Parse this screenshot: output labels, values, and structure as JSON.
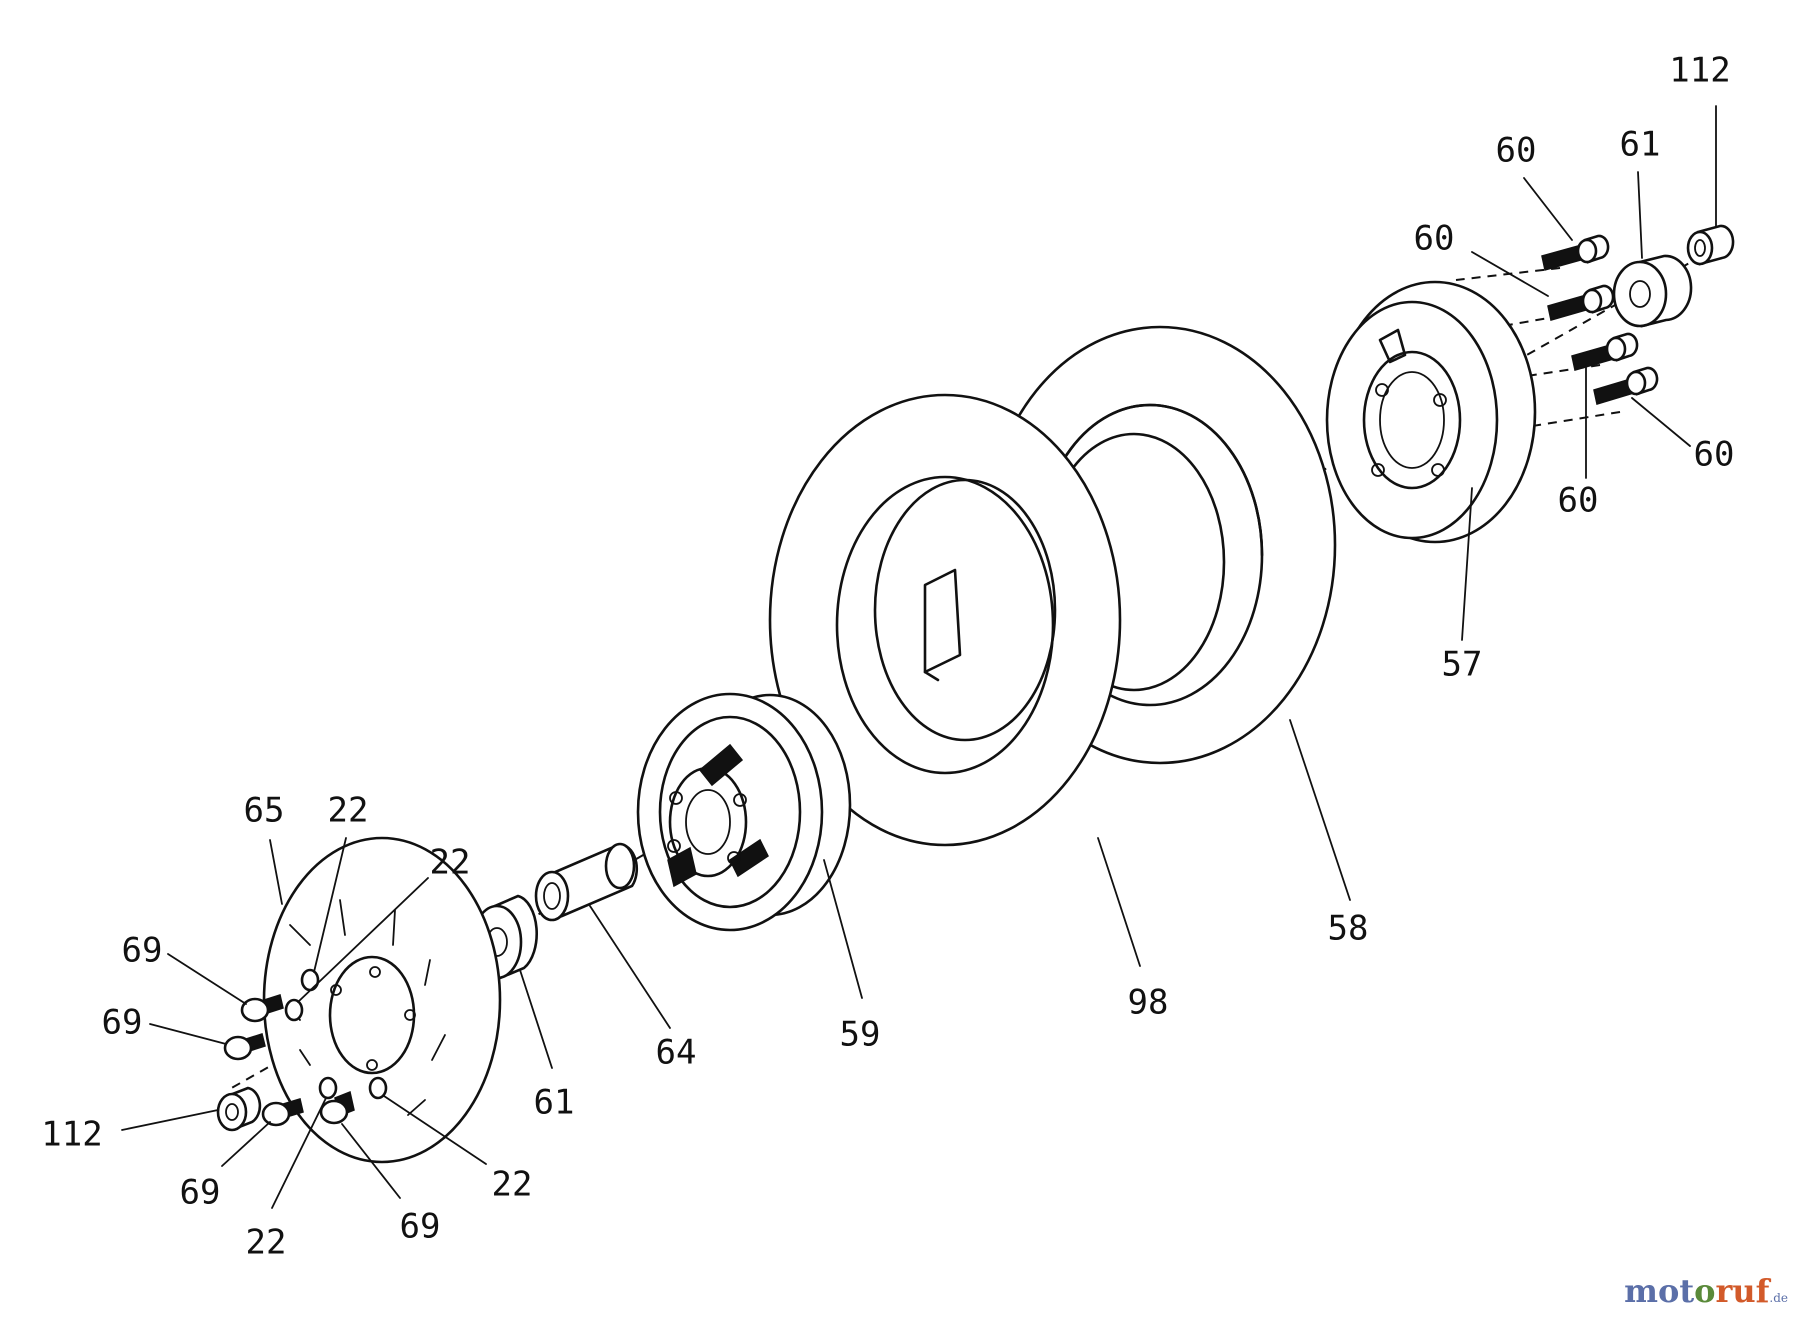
{
  "labels": {
    "part_112_top": "112",
    "part_61_top": "61",
    "part_60_a": "60",
    "part_60_b": "60",
    "part_60_c": "60",
    "part_60_d": "60",
    "part_57": "57",
    "part_58": "58",
    "part_98": "98",
    "part_59": "59",
    "part_64": "64",
    "part_61_bottom": "61",
    "part_65": "65",
    "part_22_a": "22",
    "part_22_b": "22",
    "part_22_c": "22",
    "part_22_d": "22",
    "part_69_a": "69",
    "part_69_b": "69",
    "part_69_c": "69",
    "part_69_d": "69",
    "part_112_bottom": "112"
  },
  "watermark": {
    "part1": "mot",
    "part2": "o",
    "part3": "ruf",
    "suffix": ".de"
  }
}
